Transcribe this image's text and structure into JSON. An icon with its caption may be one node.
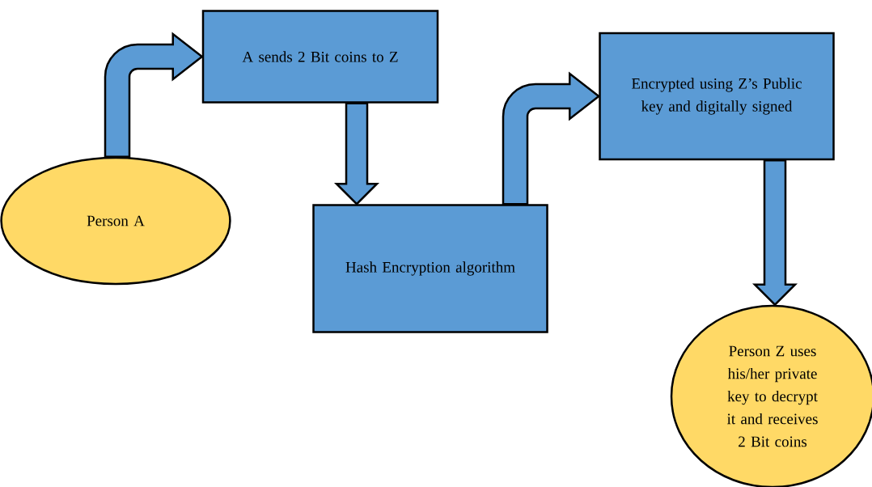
{
  "diagram": {
    "nodes": [
      {
        "text": [
          "Person A"
        ]
      },
      {
        "text": [
          "A sends 2 Bit coins to Z"
        ]
      },
      {
        "text": [
          "Hash Encryption algorithm"
        ]
      },
      {
        "text": [
          "Encrypted using Z’s Public key and digitally signed"
        ]
      },
      {
        "text": [
          "Person Z uses his/her private key to decrypt it and receives 2 Bit coins"
        ]
      }
    ],
    "edges": [
      {
        "from": 0,
        "to": 1,
        "arrow": "to"
      },
      {
        "from": 1,
        "to": 2,
        "arrow": "to"
      },
      {
        "from": 2,
        "to": 3,
        "arrow": "to"
      },
      {
        "from": 3,
        "to": 4,
        "arrow": "to"
      }
    ]
  }
}
